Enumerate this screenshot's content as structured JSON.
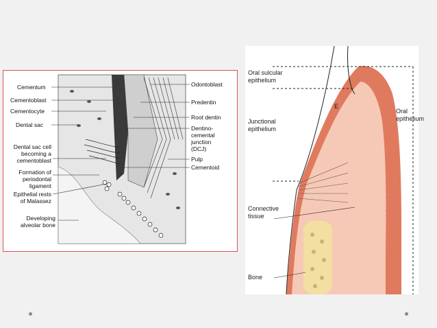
{
  "left_diagram": {
    "labels_left": [
      "Cementum",
      "Cementoblast",
      "Cementocyte",
      "Dental sac",
      "Dental sac cell\nbecoming a\ncementoblast",
      "Formation of\nperiodontal\nligament",
      "Epithelial rests\nof Malassez",
      "Developing\nalveolar bone"
    ],
    "labels_right": [
      "Odontoblast",
      "Predentin",
      "Root dentin",
      "Dentino-\ncemental\njunction\n(DCJ)",
      "Pulp",
      "Cementoid"
    ],
    "border_color": "#d9534f"
  },
  "right_diagram": {
    "labels": {
      "oral_sulcular": "Oral sulcular\nepithelium",
      "junctional": "Junctional\nepithelium",
      "connective": "Connective\ntissue",
      "bone": "Bone",
      "oral_epithelium": "Oral\nepithelium",
      "enamel": "E"
    },
    "colors": {
      "epithelium_outer": "#e07a5f",
      "connective_fill": "#f6c9b6",
      "bone_fill": "#f3dfa2"
    }
  }
}
